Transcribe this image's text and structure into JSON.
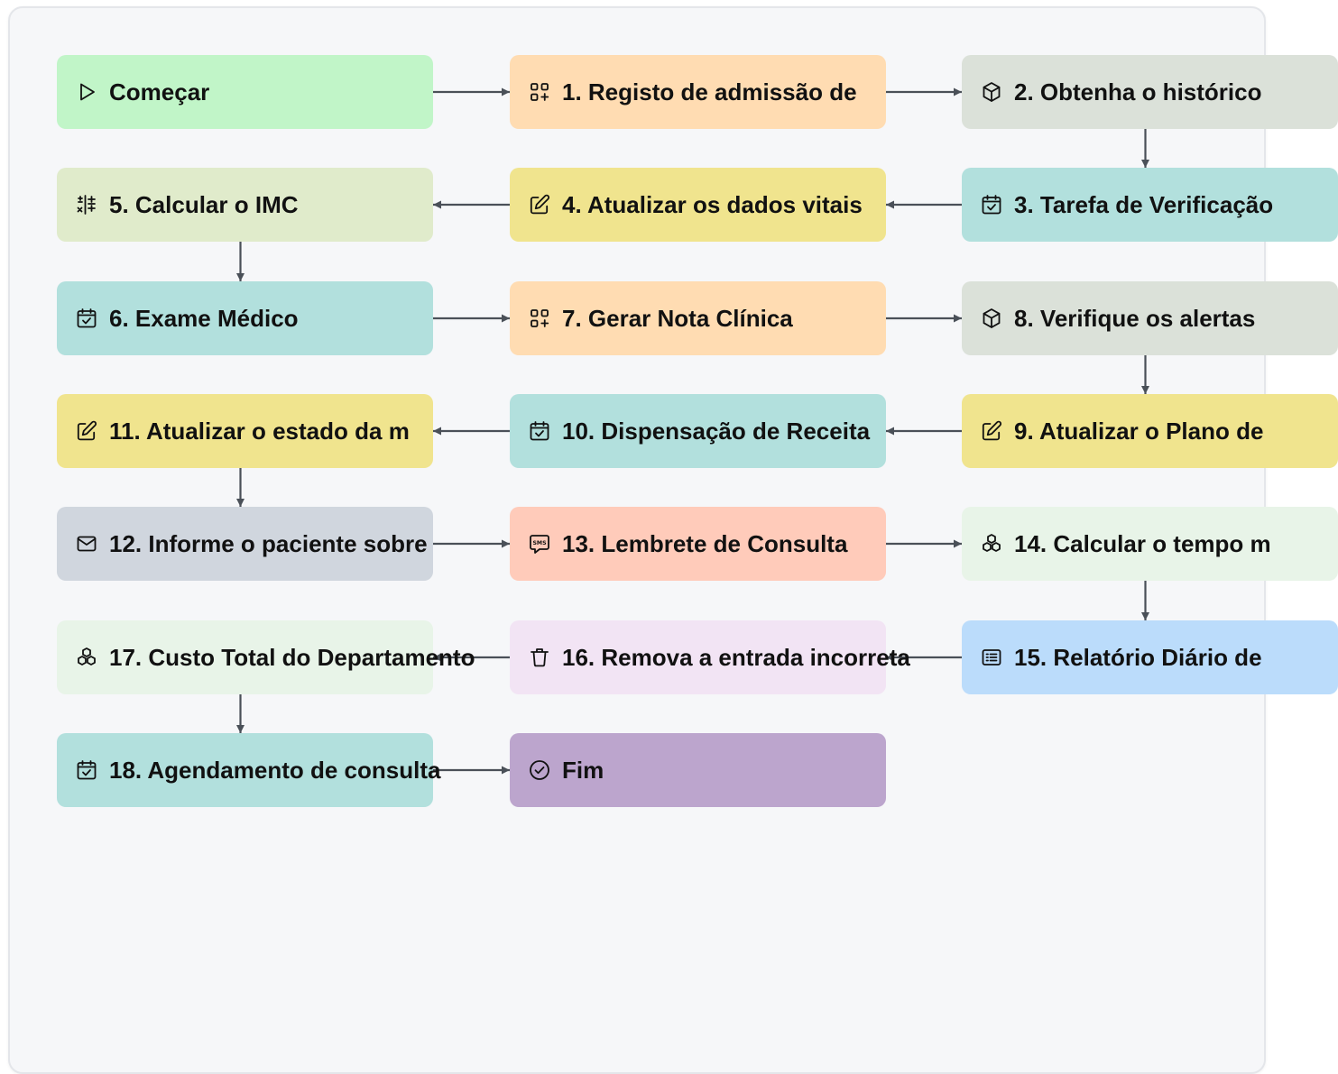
{
  "nodes": [
    {
      "id": "start",
      "label": "Começar",
      "icon": "play-icon",
      "color": "#c1f5c8"
    },
    {
      "id": "n1",
      "label": "1. Registo de admissão de",
      "icon": "apps-add-icon",
      "color": "#ffdcb2"
    },
    {
      "id": "n2",
      "label": "2. Obtenha o histórico",
      "icon": "cube-icon",
      "color": "#dbe1d9"
    },
    {
      "id": "n3",
      "label": "3. Tarefa de Verificação",
      "icon": "calendar-check-icon",
      "color": "#b2e0dd"
    },
    {
      "id": "n4",
      "label": "4. Atualizar os dados vitais",
      "icon": "edit-icon",
      "color": "#f0e48e"
    },
    {
      "id": "n5",
      "label": "5. Calcular o IMC",
      "icon": "calculator-sliders-icon",
      "color": "#e0ebcb"
    },
    {
      "id": "n6",
      "label": "6. Exame Médico",
      "icon": "calendar-check-icon",
      "color": "#b2e0dd"
    },
    {
      "id": "n7",
      "label": "7. Gerar Nota Clínica",
      "icon": "apps-add-icon",
      "color": "#ffdcb2"
    },
    {
      "id": "n8",
      "label": "8. Verifique os alertas",
      "icon": "cube-icon",
      "color": "#dbe1d9"
    },
    {
      "id": "n9",
      "label": "9. Atualizar o Plano de",
      "icon": "edit-icon",
      "color": "#f0e48e"
    },
    {
      "id": "n10",
      "label": "10. Dispensação de Receita",
      "icon": "calendar-check-icon",
      "color": "#b2e0dd"
    },
    {
      "id": "n11",
      "label": "11. Atualizar o estado da m",
      "icon": "edit-icon",
      "color": "#f0e48e"
    },
    {
      "id": "n12",
      "label": "12. Informe o paciente sobre",
      "icon": "mail-icon",
      "color": "#d0d6de"
    },
    {
      "id": "n13",
      "label": "13. Lembrete de Consulta",
      "icon": "sms-icon",
      "color": "#ffcbba"
    },
    {
      "id": "n14",
      "label": "14. Calcular o tempo m",
      "icon": "cubes-icon",
      "color": "#e8f4e8"
    },
    {
      "id": "n15",
      "label": "15. Relatório Diário de",
      "icon": "report-icon",
      "color": "#bbdcfb"
    },
    {
      "id": "n16",
      "label": "16. Remova a entrada incorreta",
      "icon": "trash-icon",
      "color": "#f2e4f4"
    },
    {
      "id": "n17",
      "label": "17. Custo Total do Departamento",
      "icon": "cubes-icon",
      "color": "#e8f4e8"
    },
    {
      "id": "n18",
      "label": "18. Agendamento de consulta",
      "icon": "calendar-check-icon",
      "color": "#b2e0dd"
    },
    {
      "id": "end",
      "label": "Fim",
      "icon": "check-circle-icon",
      "color": "#bca5cd"
    }
  ],
  "edge_color": "#4a5058"
}
